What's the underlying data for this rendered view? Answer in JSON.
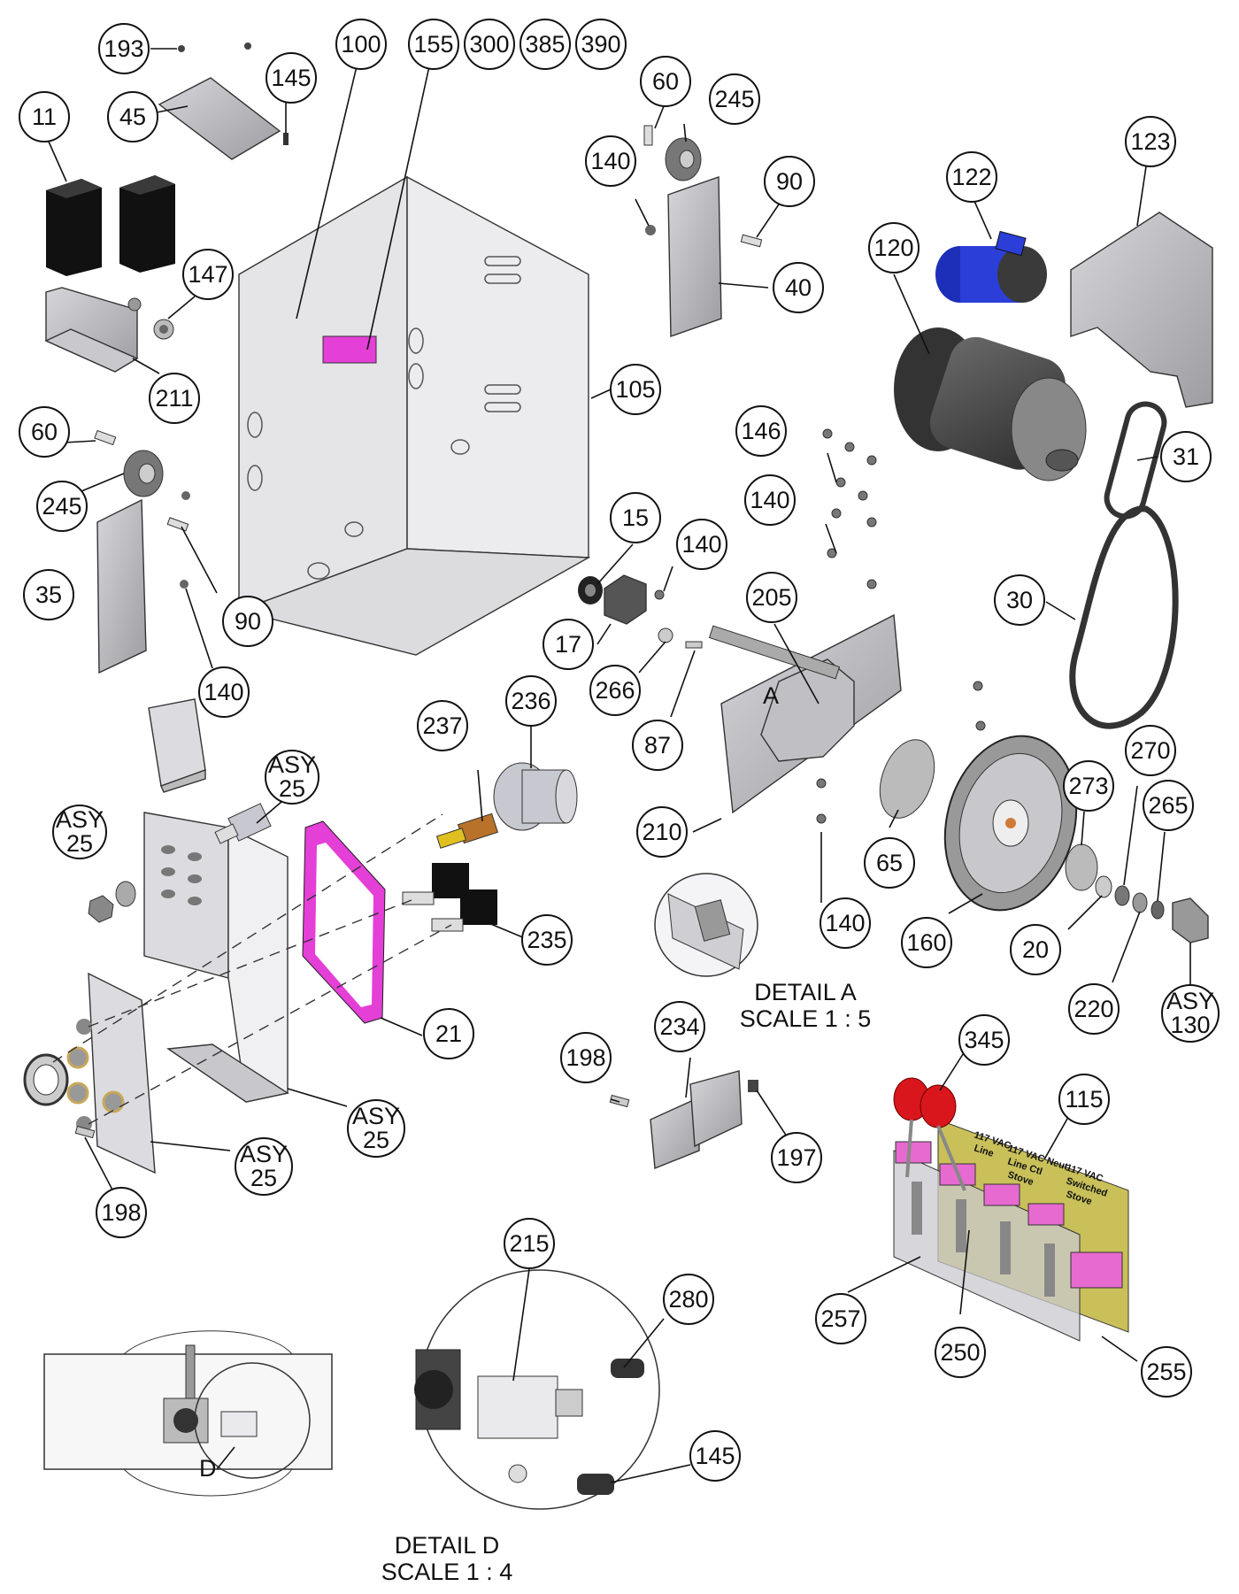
{
  "callouts": {
    "c193": "193",
    "c100": "100",
    "c155": "155",
    "c300": "300",
    "c385": "385",
    "c390": "390",
    "c45": "45",
    "c145a": "145",
    "c11": "11",
    "c147": "147",
    "c211": "211",
    "c60a": "60",
    "c245a": "245",
    "c35": "35",
    "c90a": "90",
    "c140a": "140",
    "c105": "105",
    "c60b": "60",
    "c245b": "245",
    "c140b": "140",
    "c90b": "90",
    "c40": "40",
    "c122": "122",
    "c123": "123",
    "c120": "120",
    "c31": "31",
    "c30": "30",
    "c146": "146",
    "c140c": "140",
    "c15": "15",
    "c140d": "140",
    "c17": "17",
    "c205": "205",
    "c266": "266",
    "c87": "87",
    "c236": "236",
    "c237": "237",
    "casy25a_1": "ASY",
    "casy25a_2": "25",
    "casy25b_1": "ASY",
    "casy25b_2": "25",
    "c210": "210",
    "c65": "65",
    "c140e": "140",
    "c160": "160",
    "c273": "273",
    "c270": "270",
    "c265": "265",
    "c20": "20",
    "c220": "220",
    "casy130_1": "ASY",
    "casy130_2": "130",
    "c235": "235",
    "c21": "21",
    "casy25c_1": "ASY",
    "casy25c_2": "25",
    "casy25d_1": "ASY",
    "casy25d_2": "25",
    "c198a": "198",
    "c198b": "198",
    "c234": "234",
    "c197": "197",
    "c345": "345",
    "c115": "115",
    "c257": "257",
    "c250": "250",
    "c255": "255",
    "c215": "215",
    "c280": "280",
    "c145b": "145"
  },
  "details": {
    "a_marker": "A",
    "a_title": "DETAIL A",
    "a_scale": "SCALE 1 : 5",
    "d_marker": "D",
    "d_title": "DETAIL D",
    "d_scale": "SCALE 1 : 4"
  },
  "labels": {
    "terminal_1a": "117 VAC",
    "terminal_1b": "Line",
    "terminal_2a": "117 VAC Neut",
    "terminal_2b": "Line Ctl",
    "terminal_2c": "Stove",
    "terminal_3a": "117 VAC",
    "terminal_3b": "Switched",
    "terminal_3c": "Stove"
  },
  "colors": {
    "relay_blue": "#2b3fd8",
    "gasket_magenta": "#e43fd6",
    "connector_pink": "#e66ad0",
    "terminal_board_yellow": "#c9c05a",
    "knob_red": "#d8161b",
    "motor_gray": "#4a4a4a",
    "sheet_metal": "#b8b8bc"
  }
}
